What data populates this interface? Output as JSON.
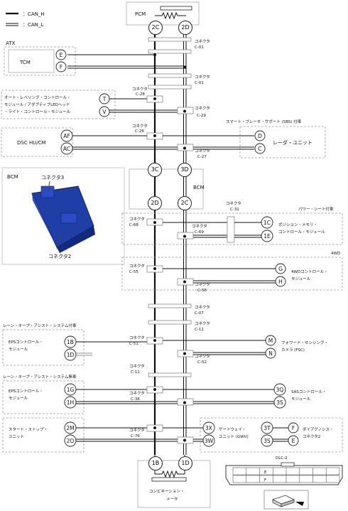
{
  "legend": {
    "can_h": "：CAN_H",
    "can_l": "：CAN_L"
  },
  "pcm": {
    "title": "PCM",
    "pin_h": "2C",
    "pin_l": "2D"
  },
  "atx": {
    "group": "ATX",
    "title": "TCM",
    "pin_h": "E",
    "pin_l": "F"
  },
  "connectors": {
    "connector_word": "コネクタ",
    "c01": "C-01",
    "c28": "C-28",
    "c29": "C-29",
    "c26": "C-26",
    "c27": "C-27",
    "c31": "C-31",
    "c68": "C-68",
    "c69": "C-69",
    "c55": "C-55",
    "c56": "C-56",
    "c07": "C-07",
    "c11": "C-11",
    "c51": "C-51",
    "c52": "C-52",
    "c36": "C-36",
    "c76": "C-76"
  },
  "headlight": {
    "line1": "オート・レベリング・コントロール・",
    "line2": "モジュール / アダプティブLEDヘッド",
    "line3": "・ライト・コントロール・モジュール",
    "pin_h": "T",
    "pin_l": "V"
  },
  "sbs": {
    "group": "スマート・ブレーキ・サポート (SBS) 付車",
    "title": "レーダ・ユニット",
    "pin_h": "D",
    "pin_l": "C"
  },
  "dsc": {
    "title": "DSC HU/CM",
    "pin_h": "AF",
    "pin_l": "AC"
  },
  "bcm": {
    "title": "BCM",
    "pin_top_h": "3C",
    "pin_top_l": "3D",
    "pin_bot_h": "2D",
    "pin_bot_l": "2C"
  },
  "bcm_photo": {
    "title": "BCM",
    "conn3": "コネクタ3",
    "conn2": "コネクタ2"
  },
  "power_seat": {
    "group": "パワー・シート付車",
    "line1": "ポジション・メモリ・",
    "line2": "コントロール・モジュール",
    "pin_h": "1C",
    "pin_l": "1E"
  },
  "fwd": {
    "group": "4WD",
    "line1": "4WDコントロール・",
    "line2": "モジュール",
    "pin_h": "G",
    "pin_l": "H"
  },
  "lkas_with": {
    "group": "レーン・キープ・アシスト・システム付車",
    "line1": "EPSコントロール・",
    "line2": "モジュール",
    "pin_h": "1B",
    "pin_l": "1D"
  },
  "fsc": {
    "line1": "フォワード・センシング・",
    "line2": "カメラ (FSC)",
    "pin_h": "M",
    "pin_l": "N"
  },
  "lkas_without": {
    "group": "レーン・キープ・アシスト・システム無車",
    "line1": "EPSコントロール・",
    "line2": "モジュール",
    "pin_h": "1G",
    "pin_l": "1H"
  },
  "sas": {
    "line1": "SASコントロール・",
    "line2": "モジュール",
    "pin_h": "3Q",
    "pin_l": "3S"
  },
  "start_stop": {
    "line1": "スタート・ストップ・",
    "line2": "ユニット",
    "pin_h": "2M",
    "pin_l": "2O"
  },
  "gwu": {
    "line1": "ゲートウェイ・",
    "line2": "ユニット (GWU)",
    "pin_h": "3X",
    "pin_l": "3W",
    "pin_h2": "3T",
    "pin_l2": "3S"
  },
  "dlc": {
    "line1": "ダイアグノシス・",
    "line2": "コネクタ2",
    "pin_h": "F",
    "pin_l": "E",
    "title": "DLC-2",
    "cell_e": "E",
    "cell_f": "F"
  },
  "meter": {
    "line1": "コンビネーション・",
    "line2": "メータ",
    "pin_h": "1B",
    "pin_l": "1D"
  },
  "colors": {
    "bcm_blue": "#1f3fa6",
    "wire": "#111111",
    "gray_wire": "#c8c8c8"
  }
}
